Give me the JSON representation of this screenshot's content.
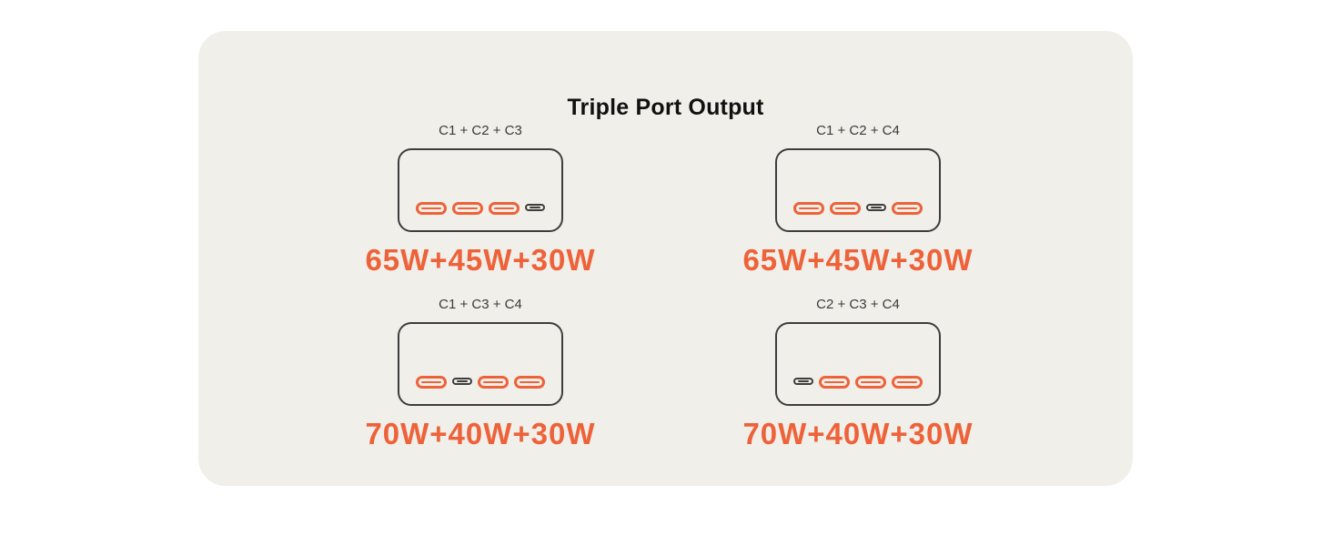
{
  "title": "Triple Port Output",
  "colors": {
    "accent": "#ee6239",
    "card_background": "#f0efea",
    "outline": "#3d3d3d"
  },
  "configs": [
    {
      "label": "C1 + C2 + C3",
      "watts": "65W+45W+30W",
      "ports": [
        "active",
        "active",
        "active",
        "off"
      ]
    },
    {
      "label": "C1 + C2 + C4",
      "watts": "65W+45W+30W",
      "ports": [
        "active",
        "active",
        "off",
        "active"
      ]
    },
    {
      "label": "C1 + C3 + C4",
      "watts": "70W+40W+30W",
      "ports": [
        "active",
        "off",
        "active",
        "active"
      ]
    },
    {
      "label": "C2 + C3 + C4",
      "watts": "70W+40W+30W",
      "ports": [
        "off",
        "active",
        "active",
        "active"
      ]
    }
  ]
}
